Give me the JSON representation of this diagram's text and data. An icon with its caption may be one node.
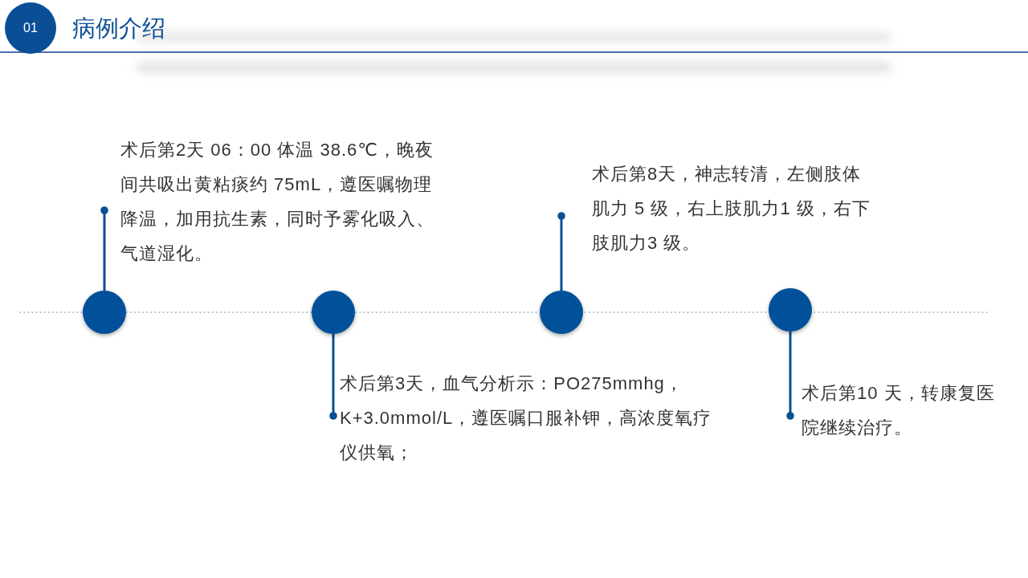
{
  "diagram": {
    "title": "病例介绍",
    "nodes": [
      {
        "text": [
          "01"
        ]
      },
      {
        "text": [],
        "shape": "circle"
      },
      {
        "text": [],
        "shape": "circle"
      },
      {
        "text": [],
        "shape": "circle"
      },
      {
        "text": [],
        "shape": "circle"
      },
      {
        "text": [
          "术后第2天 06：00 体温 38.6℃，晚夜间共吸出黄粘痰约 75mL，遵医嘱物理降温，加用抗生素，同时予雾化吸入、气道湿化。"
        ]
      },
      {
        "text": [
          "术后第3天，血气分析示：PO275mmhg，K+3.0mmol/L，遵医嘱口服补钾，高浓度氧疗仪供氧；"
        ]
      },
      {
        "text": [
          "术后第8天，神志转清，左侧肢体肌力 5 级，右上肢肌力1 级，右下肢肌力3 级。"
        ]
      },
      {
        "text": [
          "术后第10 天，转康复医院继续治疗。"
        ]
      }
    ],
    "edges": [
      {
        "from": 1,
        "to": 5,
        "arrow": "other"
      },
      {
        "from": 2,
        "to": 6,
        "arrow": "other"
      },
      {
        "from": 3,
        "to": 7,
        "arrow": "other"
      },
      {
        "from": 4,
        "to": 8,
        "arrow": "other"
      }
    ]
  }
}
